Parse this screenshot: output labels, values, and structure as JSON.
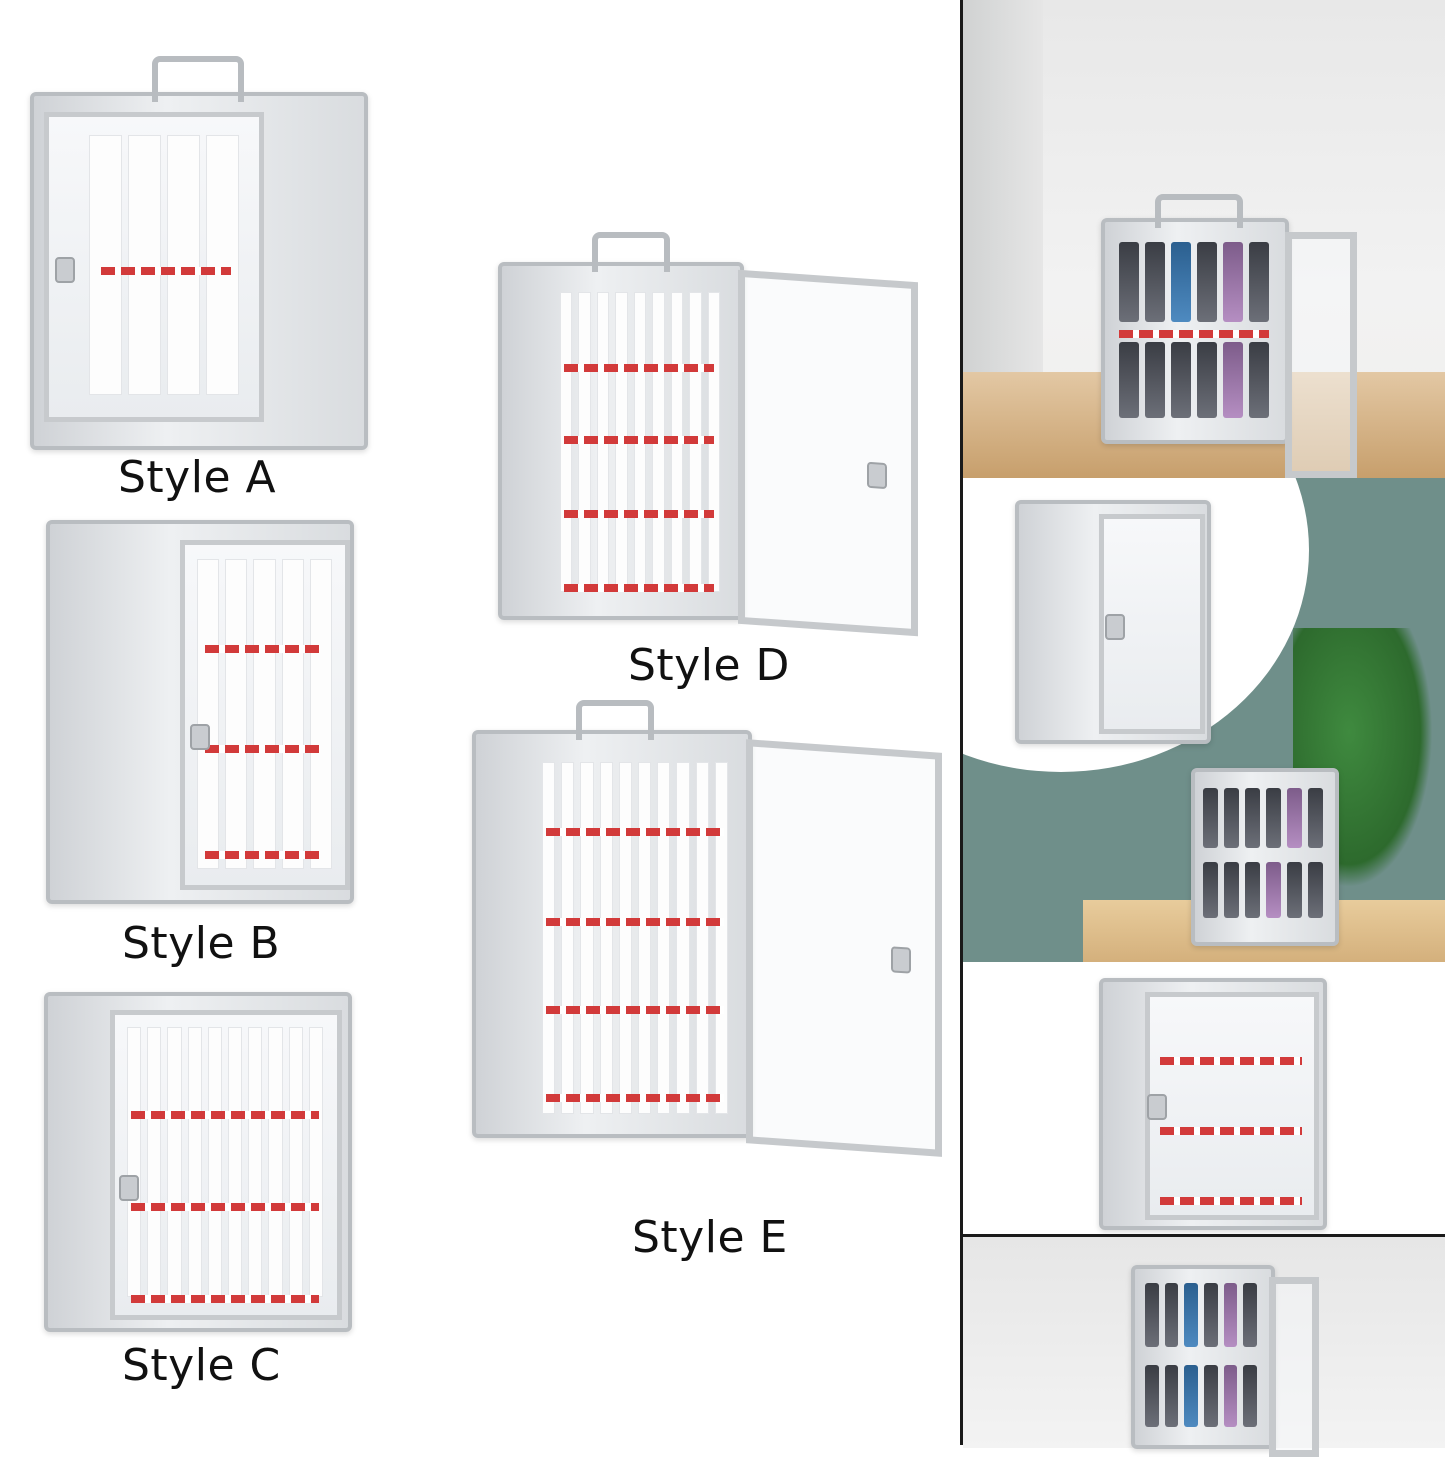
{
  "styles": {
    "a": "Style A",
    "b": "Style B",
    "c": "Style C",
    "d": "Style D",
    "e": "Style E"
  },
  "colors": {
    "background": "#ffffff",
    "aluminum": "#d9dcdf",
    "label_red": "#d23a3a",
    "wall_green": "#6f8f8a",
    "table_wood": "#d7b68a"
  }
}
